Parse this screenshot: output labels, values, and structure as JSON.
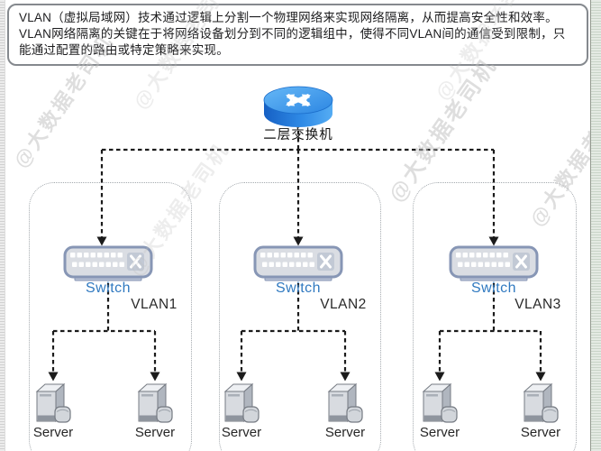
{
  "info_box": {
    "lines": [
      "VLAN（虚拟局域网）技术通过逻辑上分割一个物理网络来实现网络隔离，从而提高安全性和效率。",
      "VLAN网络隔离的关键在于将网络设备划分到不同的逻辑组中，使得不同VLAN间的通信受到限制，只",
      "能通过配置的路由或特定策略来实现。"
    ]
  },
  "core_switch": {
    "label": "二层交换机",
    "icon": "router-icon"
  },
  "vlans": [
    {
      "name": "VLAN1",
      "switch_label": "Switch",
      "servers": [
        "Server",
        "Server"
      ]
    },
    {
      "name": "VLAN2",
      "switch_label": "Switch",
      "servers": [
        "Server",
        "Server"
      ]
    },
    {
      "name": "VLAN3",
      "switch_label": "Switch",
      "servers": [
        "Server",
        "Server"
      ]
    }
  ],
  "watermark": {
    "text": "@大数据老司机"
  },
  "colors": {
    "router_blue_top": "#55acf3",
    "router_blue_side": "#1f6fd2",
    "switch_body": "#dadde3",
    "switch_border": "#8796b5",
    "switch_label_blue": "#3079c0",
    "connector_line": "#1b1b1b",
    "container_border": "#a4a9ae",
    "info_border": "#85898e"
  }
}
